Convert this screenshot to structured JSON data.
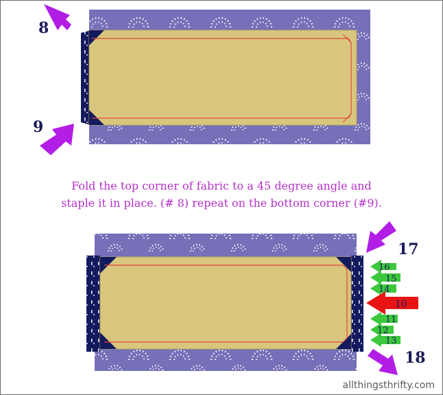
{
  "caption": {
    "line1": "Fold the top corner of fabric to a 45 degree angle and",
    "line2": "staple it in place. (# 8) repeat on the bottom corner (#9)."
  },
  "step_labels": {
    "n8": "8",
    "n9": "9",
    "n17": "17",
    "n18": "18",
    "n10": "10",
    "n11": "11",
    "n12": "12",
    "n13": "13",
    "n14": "14",
    "n15": "15",
    "n16": "16"
  },
  "watermark": "allthingsthrifty.com",
  "colors": {
    "fabric": "#7570b8",
    "fabric_dark": "#141a5e",
    "board": "#d8c67c",
    "staple_line": "#e0483c",
    "arrow_purple": "#b21ee6",
    "arrow_green": "#3cc83c",
    "arrow_red": "#e81414",
    "caption_text": "#b431c8",
    "number_text": "#1a1a5a"
  },
  "icons": [
    "arrow-icon",
    "fabric-pattern",
    "staple-line"
  ]
}
